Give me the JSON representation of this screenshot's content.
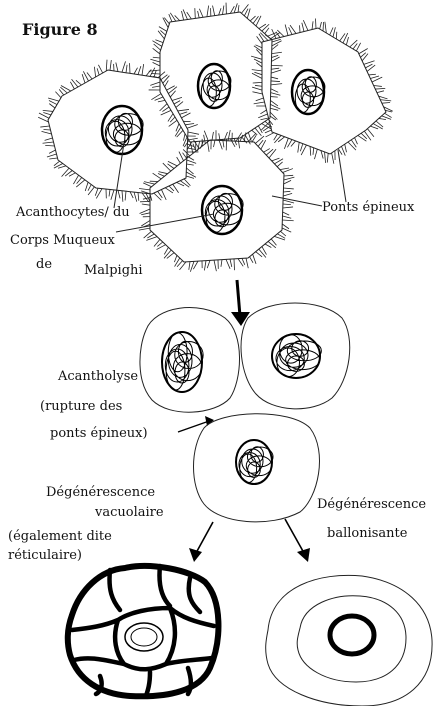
{
  "figure_title": "Figure 8",
  "labels": {
    "acanthocytes": "Acanthocytes/ du",
    "corps_muqueux": "Corps Muqueux",
    "de": "de",
    "malpighi": "Malpighi",
    "ponts_epineux": "Ponts épineux",
    "acantholyse": "Acantholyse",
    "rupture_line1": "(rupture des",
    "rupture_line2": "ponts épineux)",
    "degen_vacuolaire_line1": "Dégénérescence",
    "degen_vacuolaire_line2": "vacuolaire",
    "reticulaire_line1": "(également dite",
    "reticulaire_line2": "réticulaire)",
    "degen_ballon_line1": "Dégénérescence",
    "degen_ballon_line2": "ballonisante"
  }
}
